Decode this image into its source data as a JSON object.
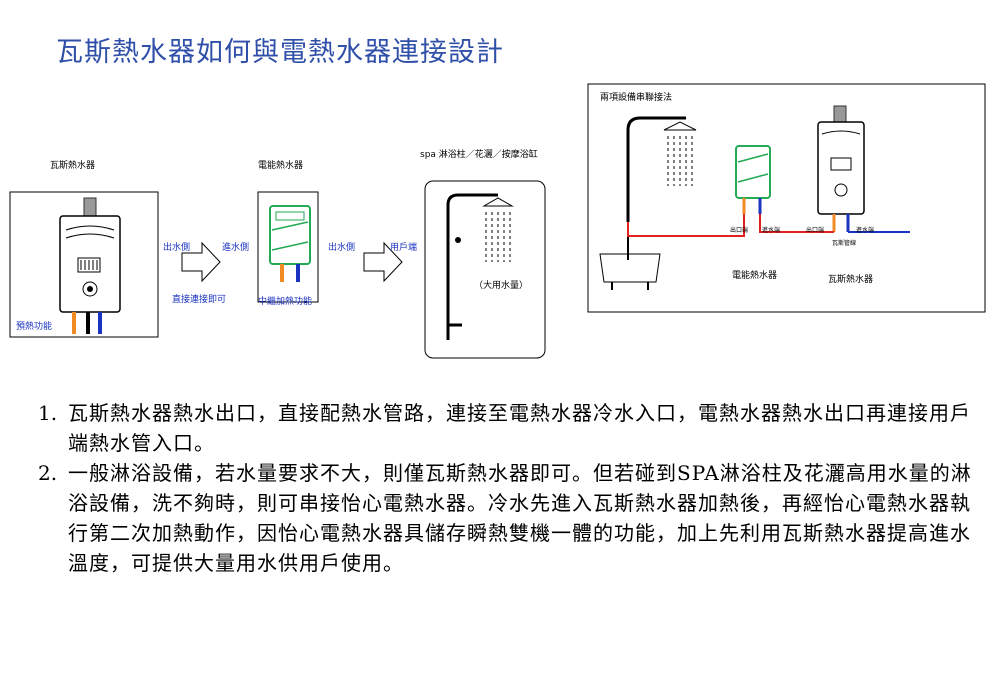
{
  "title": "瓦斯熱水器如何與電熱水器連接設計",
  "left_diagram": {
    "label_gas_heater": "瓦斯熱水器",
    "label_electric_heater": "電能熱水器",
    "label_outlet_1": "出水側",
    "label_inlet": "進水側",
    "label_direct_connect": "直接連接即可",
    "label_preheat": "預熱功能",
    "label_relay_heat": "中繼加熱功能",
    "label_outlet_2": "出水側",
    "label_user_end": "用戶端",
    "label_spa": "spa 淋浴柱／花灑／按摩浴缸",
    "label_large_flow": "（大用水量）"
  },
  "right_diagram": {
    "title": "兩項設備串聯接法",
    "label_electric_heater": "電能熱水器",
    "label_gas_heater": "瓦斯熱水器",
    "tiny_labels": [
      "出口端",
      "進水端",
      "出口端",
      "進水端",
      "瓦斯管線"
    ]
  },
  "notes": [
    {
      "num": "1.",
      "text": "瓦斯熱水器熱水出口，直接配熱水管路，連接至電熱水器冷水入口，電熱水器熱水出口再連接用戶端熱水管入口。"
    },
    {
      "num": "2.",
      "text": "一般淋浴設備，若水量要求不大，則僅瓦斯熱水器即可。但若碰到SPA淋浴柱及花灑高用水量的淋浴設備，洗不夠時，則可串接怡心電熱水器。冷水先進入瓦斯熱水器加熱後，再經怡心電熱水器執行第二次加熱動作，因怡心電熱水器具儲存瞬熱雙機一體的功能，加上先利用瓦斯熱水器提高進水溫度，可提供大量用水供用戶使用。"
    }
  ],
  "colors": {
    "title": "#2f4fa8",
    "hot_pipe": "#e52020",
    "cold_pipe": "#1a33c0",
    "heater_green": "#33cc66"
  }
}
